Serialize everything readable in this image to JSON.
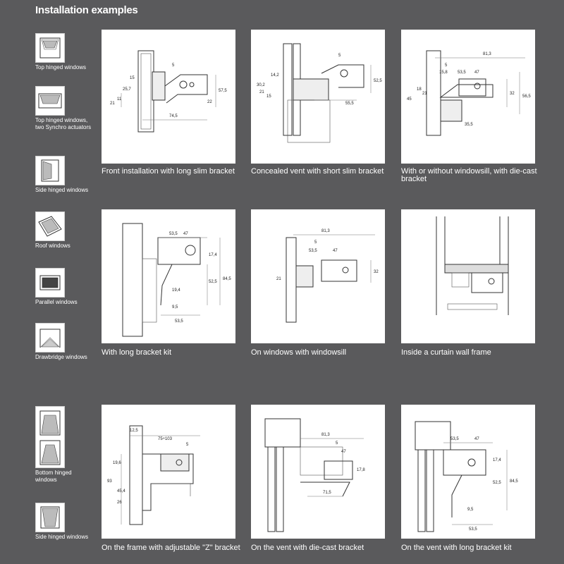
{
  "title": "Installation examples",
  "window_types": [
    {
      "label": "Top hinged windows",
      "icon": "top-hinged-window-icon"
    },
    {
      "label": "Top hinged windows, two Synchro actuators",
      "icon": "top-hinged-synchro-window-icon"
    },
    {
      "label": "Side hinged windows",
      "icon": "side-hinged-window-icon"
    },
    {
      "label": "Roof windows",
      "icon": "roof-window-icon"
    },
    {
      "label": "Parallel windows",
      "icon": "parallel-window-icon"
    },
    {
      "label": "Drawbridge windows",
      "icon": "drawbridge-window-icon"
    },
    {
      "label": "Bottom hinged windows",
      "icon": "bottom-hinged-window-icon"
    },
    {
      "label": "Side hinged windows",
      "icon": "side-hinged-window-icon-2"
    }
  ],
  "examples": [
    {
      "caption": "Front installation with long slim bracket",
      "dims": [
        "5",
        "15",
        "25,7",
        "11",
        "21",
        "74,5",
        "57,5",
        "22"
      ]
    },
    {
      "caption": "Concealed vent with short slim bracket",
      "dims": [
        "5",
        "14,2",
        "30,2",
        "21",
        "15",
        "55,5",
        "52,5"
      ]
    },
    {
      "caption": "With or without windowsill, with die-cast bracket",
      "dims": [
        "81,3",
        "5",
        "53,5",
        "47",
        "15,8",
        "21",
        "18",
        "45",
        "32",
        "56,5",
        "35,5"
      ]
    },
    {
      "caption": "With long bracket kit",
      "dims": [
        "53,5",
        "47",
        "17,4",
        "52,5",
        "84,5",
        "19,4",
        "9,5",
        "53,5"
      ]
    },
    {
      "caption": "On windows with windowsill",
      "dims": [
        "81,3",
        "5",
        "53,5",
        "47",
        "32",
        "21"
      ]
    },
    {
      "caption": "Inside a curtain wall frame",
      "dims": []
    },
    {
      "caption": "On the frame with adjustable \"Z\" bracket",
      "dims": [
        "12,5",
        "75÷103",
        "5",
        "19,6",
        "93",
        "45,4",
        "26"
      ]
    },
    {
      "caption": "On the vent with die-cast bracket",
      "dims": [
        "81,3",
        "5",
        "47",
        "17,8",
        "71,5"
      ]
    },
    {
      "caption": "On the vent with long bracket kit",
      "dims": [
        "53,5",
        "47",
        "17,4",
        "52,5",
        "84,5",
        "9,5",
        "53,5"
      ]
    }
  ]
}
